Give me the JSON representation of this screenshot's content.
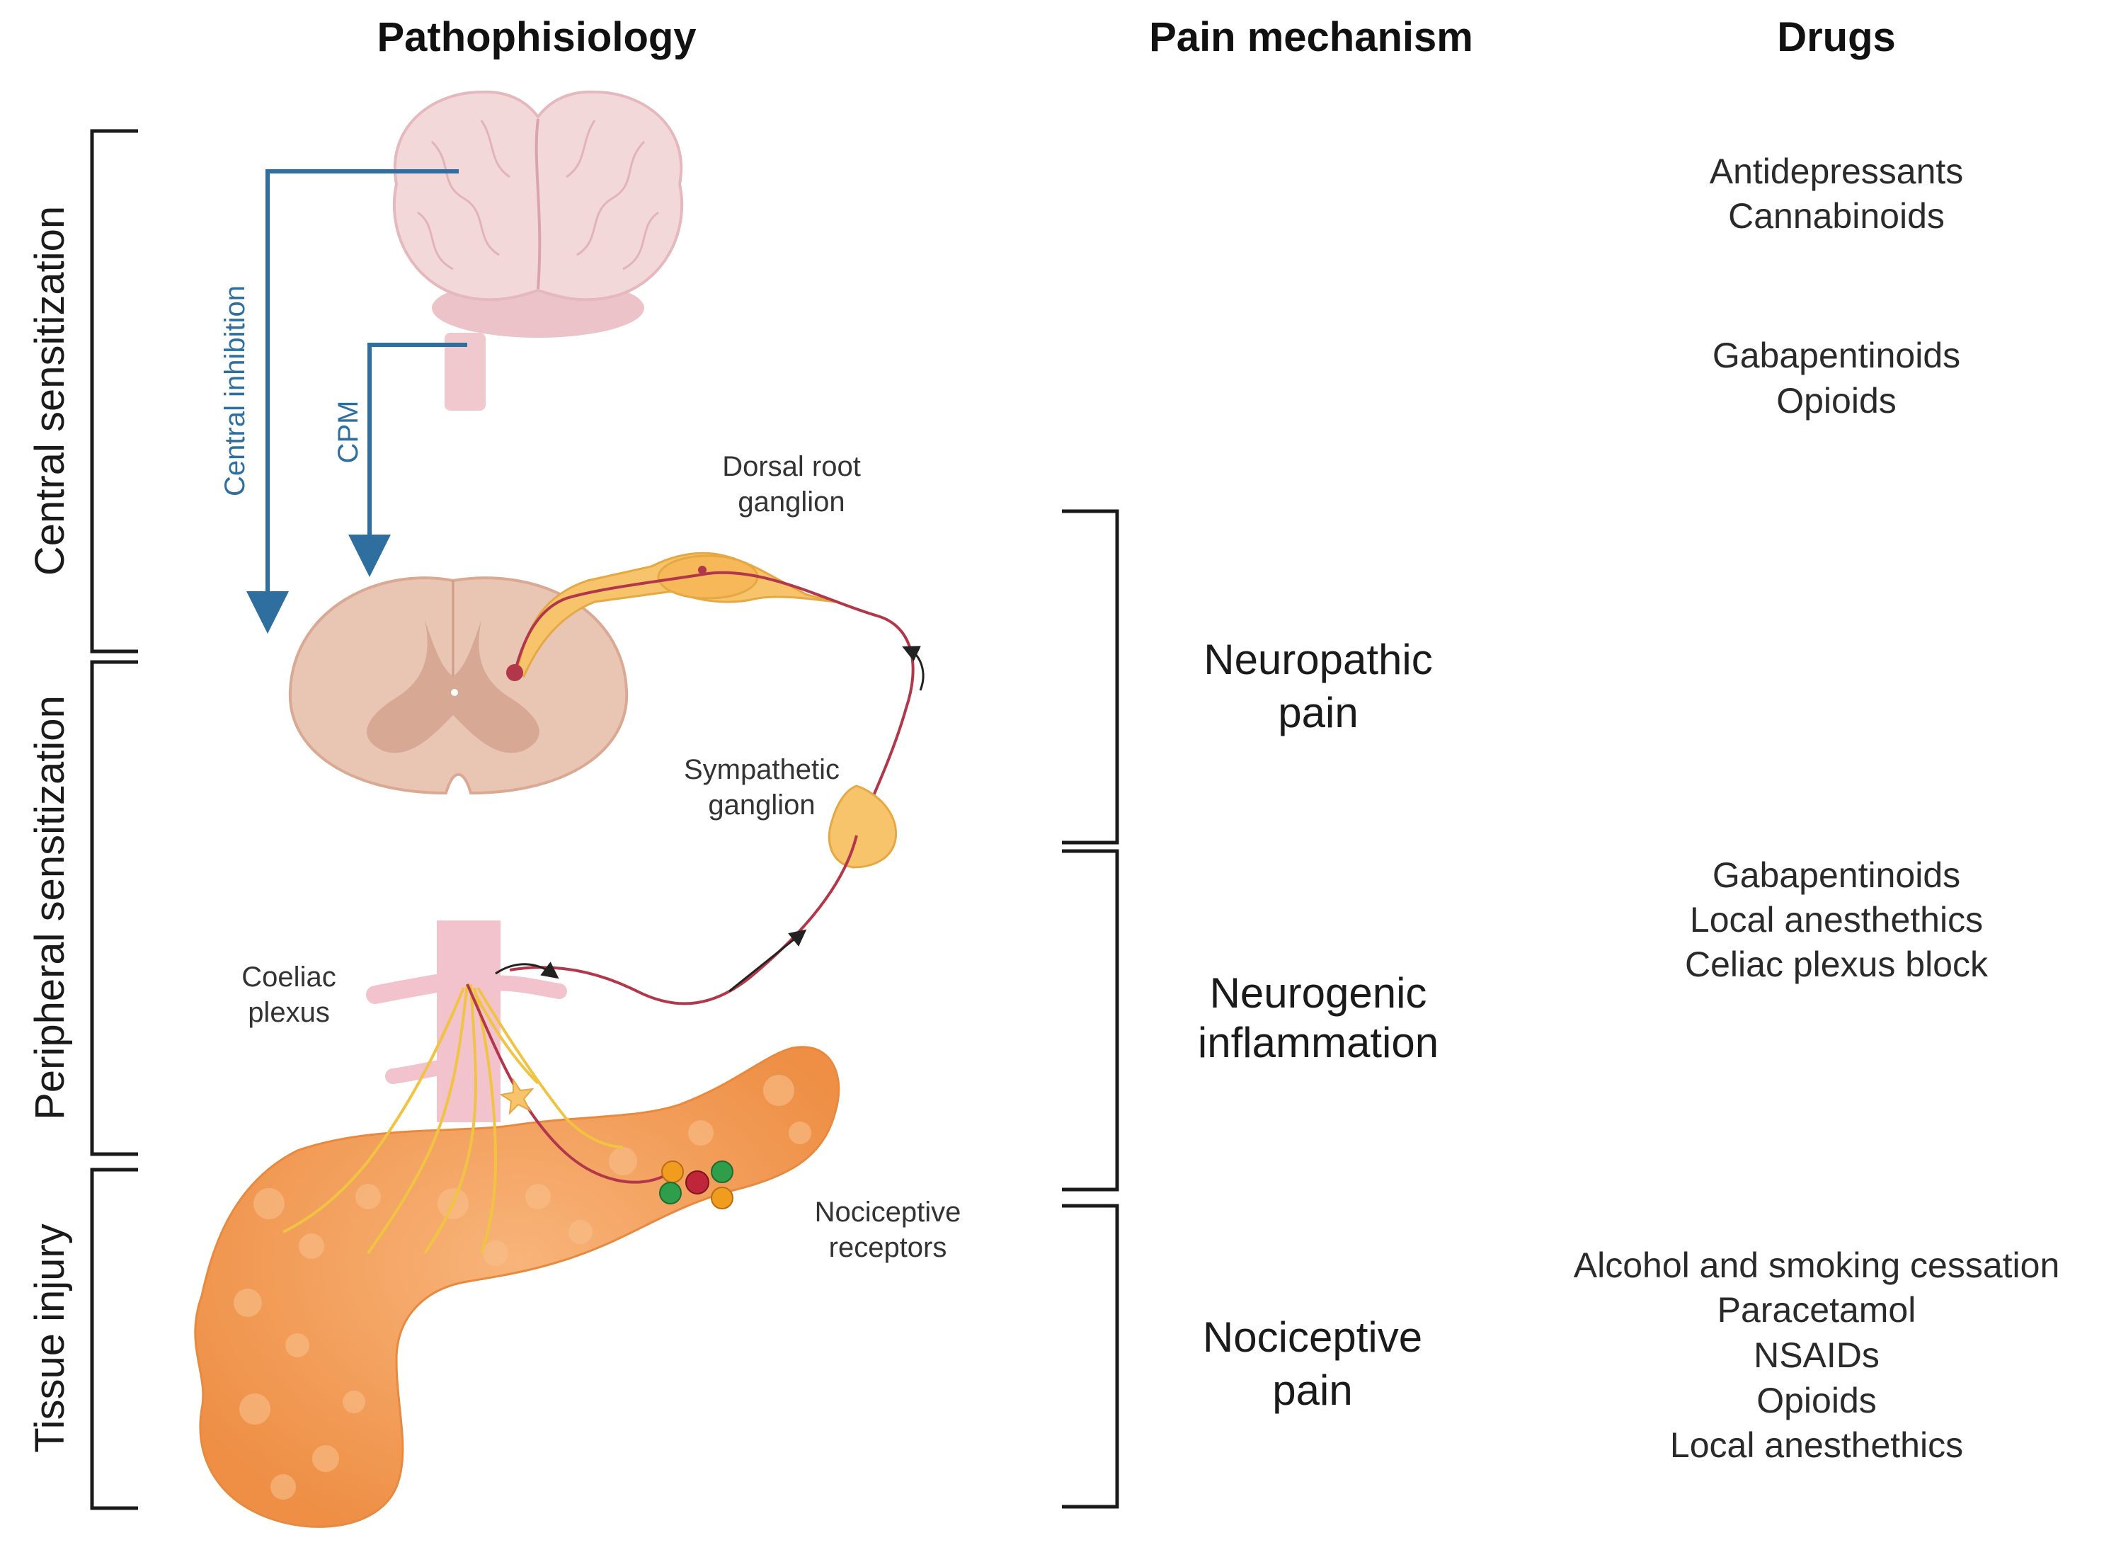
{
  "headers": {
    "pathophysiology": "Pathophisiology",
    "pain_mechanism": "Pain mechanism",
    "drugs": "Drugs"
  },
  "stages": {
    "central": "Central sensitization",
    "peripheral": "Peripheral sensitization",
    "tissue": "Tissue injury"
  },
  "anatomy": {
    "central_inhibition": "Central inhibition",
    "cpm": "CPM",
    "drg_line1": "Dorsal root",
    "drg_line2": "ganglion",
    "symp_line1": "Sympathetic",
    "symp_line2": "ganglion",
    "coeliac_line1": "Coeliac",
    "coeliac_line2": "plexus",
    "noci_line1": "Nociceptive",
    "noci_line2": "receptors"
  },
  "mechanisms": {
    "neuropathic_line1": "Neuropathic",
    "neuropathic_line2": "pain",
    "neurogenic_line1": "Neurogenic",
    "neurogenic_line2": "inflammation",
    "nociceptive_line1": "Nociceptive",
    "nociceptive_line2": "pain"
  },
  "drugs": {
    "central_a": [
      "Antidepressants",
      "Cannabinoids"
    ],
    "central_b": [
      "Gabapentinoids",
      "Opioids"
    ],
    "neurogenic": [
      "Gabapentinoids",
      "Local anesthethics",
      "Celiac plexus block"
    ],
    "nociceptive": [
      "Alcohol and smoking cessation",
      "Paracetamol",
      "NSAIDs",
      "Opioids",
      "Local anesthethics"
    ]
  },
  "colors": {
    "bracket": "#1a1a1a",
    "arrow_blue": "#2f6fa0",
    "brain": "#f3d8da",
    "spinal_cord": "#e9c6b4",
    "pancreas": "#f5a15c",
    "nerve": "#b2374a",
    "ganglion": "#f7c46b"
  }
}
